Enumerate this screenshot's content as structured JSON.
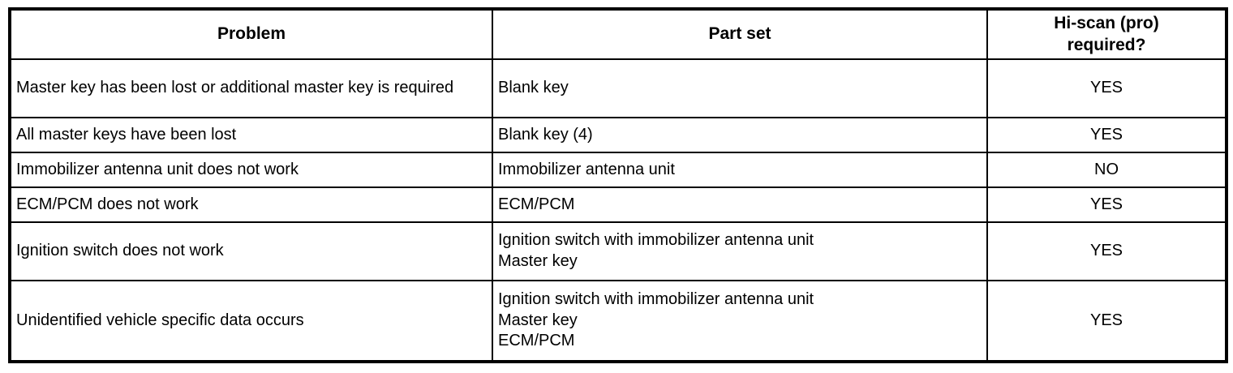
{
  "colors": {
    "border": "#000000",
    "background": "#ffffff",
    "text": "#000000"
  },
  "table": {
    "headers": {
      "problem": "Problem",
      "part_set": "Part set",
      "hiscan_line1": "Hi-scan (pro)",
      "hiscan_line2": "required?"
    },
    "rows": [
      {
        "problem": "Master key has been lost or additional master key is required",
        "part_set": [
          "Blank key"
        ],
        "hiscan": "YES"
      },
      {
        "problem": "All master keys have been lost",
        "part_set": [
          "Blank key (4)"
        ],
        "hiscan": "YES"
      },
      {
        "problem": "Immobilizer antenna unit does not work",
        "part_set": [
          "Immobilizer antenna unit"
        ],
        "hiscan": "NO"
      },
      {
        "problem": "ECM/PCM does not work",
        "part_set": [
          "ECM/PCM"
        ],
        "hiscan": "YES"
      },
      {
        "problem": "Ignition switch does not work",
        "part_set": [
          "Ignition switch with immobilizer antenna unit",
          "Master key"
        ],
        "hiscan": "YES"
      },
      {
        "problem": "Unidentified vehicle specific data occurs",
        "part_set": [
          "Ignition switch with immobilizer antenna unit",
          "Master key",
          "ECM/PCM"
        ],
        "hiscan": "YES"
      }
    ]
  }
}
